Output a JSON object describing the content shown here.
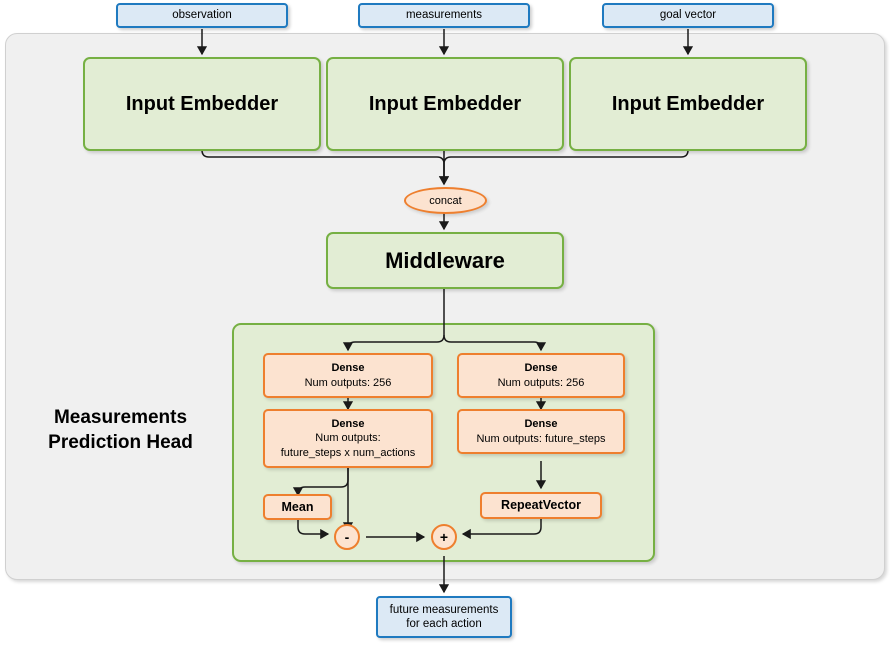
{
  "diagram": {
    "title": "Measurements Prediction Head",
    "head_label_line1": "Measurements",
    "head_label_line2": "Prediction Head",
    "colors": {
      "input_border": "#1f7ac0",
      "input_fill": "#dce9f5",
      "green_border": "#76b043",
      "green_fill": "#e2edd4",
      "orange_border": "#ee7f2e",
      "orange_fill": "#fce3d0",
      "container_fill": "#f0f0f0",
      "wire": "#1a1a1a"
    }
  },
  "inputs": [
    {
      "label": "observation"
    },
    {
      "label": "measurements"
    },
    {
      "label": "goal vector"
    }
  ],
  "embedders": [
    {
      "label": "Input Embedder"
    },
    {
      "label": "Input Embedder"
    },
    {
      "label": "Input Embedder"
    }
  ],
  "concat": {
    "label": "concat"
  },
  "middleware": {
    "label": "Middleware"
  },
  "head": {
    "left_branch": {
      "dense1": {
        "title": "Dense",
        "detail": "Num outputs: 256"
      },
      "dense2": {
        "title": "Dense",
        "detail_line1": "Num outputs:",
        "detail_line2": "future_steps x num_actions"
      },
      "mean": {
        "label": "Mean"
      }
    },
    "right_branch": {
      "dense1": {
        "title": "Dense",
        "detail": "Num outputs: 256"
      },
      "dense2": {
        "title": "Dense",
        "detail": "Num outputs: future_steps"
      },
      "repeat_vector": {
        "label": "RepeatVector"
      }
    },
    "operators": {
      "subtract": {
        "symbol": "-"
      },
      "add": {
        "symbol": "+"
      }
    }
  },
  "output": {
    "line1": "future measurements",
    "line2": "for each action"
  }
}
